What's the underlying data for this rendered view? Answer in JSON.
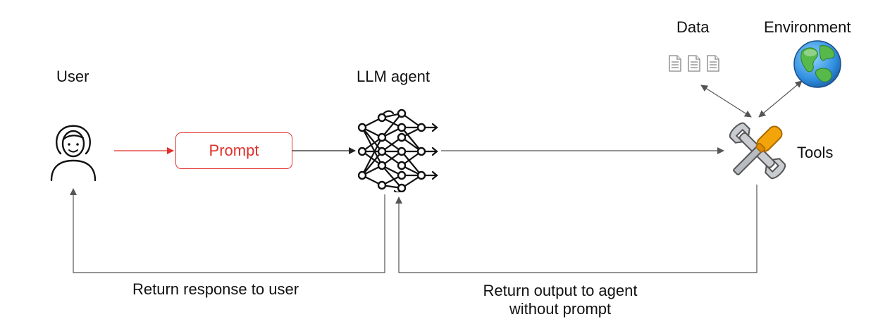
{
  "labels": {
    "user": "User",
    "llm_agent": "LLM agent",
    "tools": "Tools",
    "data": "Data",
    "environment": "Environment",
    "prompt": "Prompt",
    "return_response": "Return response to user",
    "return_output_line1": "Return output to agent",
    "return_output_line2": "without prompt"
  },
  "colors": {
    "prompt_accent": "#e0312b",
    "line": "#444444",
    "document_icon": "#9a9a9a"
  },
  "icons": {
    "user": "person-outline-icon",
    "agent": "neural-network-icon",
    "tools": "wrench-and-screwdriver-icon",
    "data": "document-icon",
    "environment": "globe-icon"
  }
}
